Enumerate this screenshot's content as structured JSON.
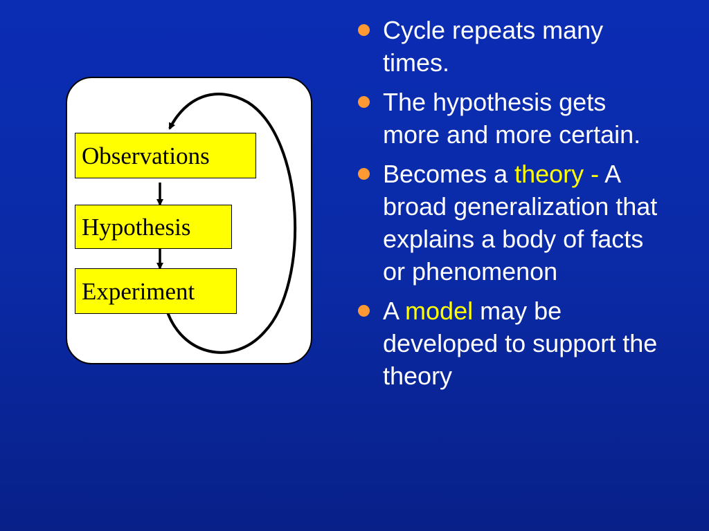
{
  "diagram": {
    "steps": [
      "Observations",
      "Hypothesis",
      "Experiment"
    ]
  },
  "bullets": [
    {
      "text": "Cycle repeats many times."
    },
    {
      "text": "The hypothesis gets more and more certain."
    },
    {
      "before": "Becomes a ",
      "term": "theory",
      "dash": " -",
      "after": " A broad generalization that explains a body of facts or phenomenon"
    },
    {
      "before": "A ",
      "term": "model",
      "after": " may be developed to support the theory"
    }
  ],
  "colors": {
    "background": "#0a2aa6",
    "box_fill": "#ffff00",
    "bullet": "#ff9933",
    "highlight": "#ffff00"
  }
}
